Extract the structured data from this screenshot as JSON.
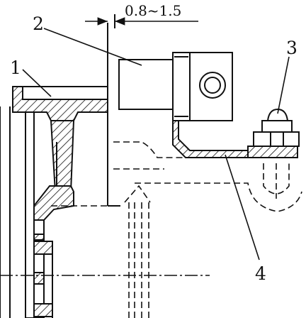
{
  "figure": {
    "dimension_text": "0.8~1.5",
    "callouts": [
      {
        "id": "1",
        "text": "1"
      },
      {
        "id": "2",
        "text": "2"
      },
      {
        "id": "3",
        "text": "3"
      },
      {
        "id": "4",
        "text": "4"
      }
    ]
  },
  "colors": {
    "line": "#111111",
    "background": "#ffffff"
  }
}
